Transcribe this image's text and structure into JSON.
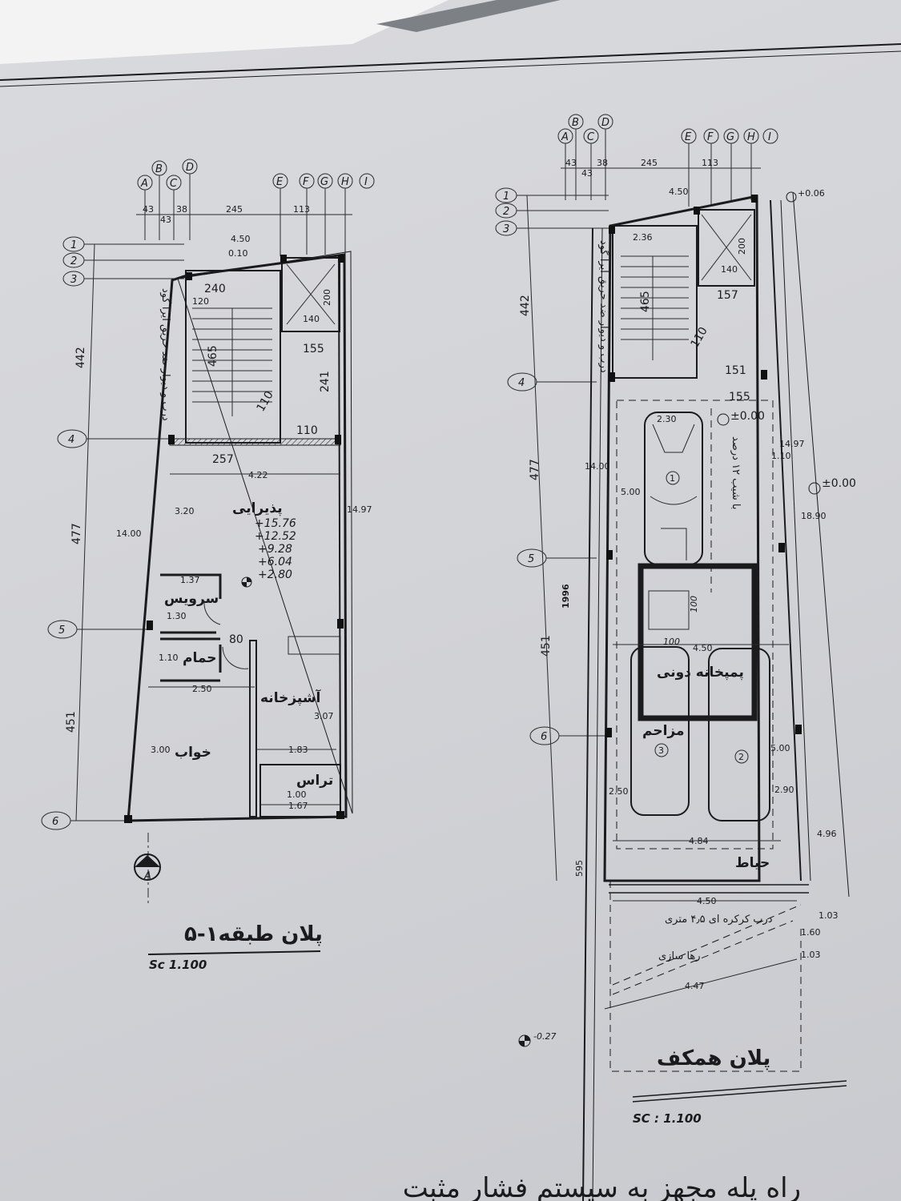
{
  "grid_letters": [
    "A",
    "B",
    "C",
    "D",
    "E",
    "F",
    "G",
    "H",
    "I"
  ],
  "grid_numbers": [
    "1",
    "2",
    "3",
    "4",
    "5",
    "6"
  ],
  "upper_plan": {
    "title": "پلان طبقه۱-۵",
    "scale": "Sc 1.100",
    "section_marker": "A",
    "rooms": {
      "living": "پذیرایی",
      "wc": "سرویس",
      "bath": "حمام",
      "kitchen": "آشپزخانه",
      "bedroom": "خواب",
      "terrace": "تراس"
    },
    "levels": [
      "+15.76",
      "+12.52",
      "+9.28",
      "+6.04",
      "+2.80"
    ],
    "stair_note": "درب و دیوار ضد حریق ایرا گود",
    "dims": {
      "d43a": "43",
      "d43b": "43",
      "d38": "38",
      "d245": "245",
      "d113": "113",
      "d450": "4.50",
      "d010": "0.10",
      "d240": "240",
      "d120": "120",
      "d465": "465",
      "d200": "200",
      "d140": "140",
      "d155": "155",
      "d241": "241",
      "d110a": "110",
      "d110b": "110",
      "d257": "257",
      "d422": "4.22",
      "d320": "3.20",
      "d1400": "14.00",
      "d1497": "14.97",
      "d442": "442",
      "d477": "477",
      "d451": "451",
      "d137": "1.37",
      "d130": "1.30",
      "d110": "1.10",
      "d80": "80",
      "d250": "2.50",
      "d307": "3.07",
      "d183": "1.83",
      "d300": "3.00",
      "d100": "1.00",
      "d167": "1.67"
    }
  },
  "ground_plan": {
    "title": "پلان همکف",
    "scale": "SC : 1.100",
    "rooms": {
      "pump": "پمپخانه دونی",
      "obstacle": "مزاحم",
      "yard": "حیاط"
    },
    "notes": {
      "shutter": "درب کرکره ای ۴٫۵ متری",
      "release": "رها سازی",
      "slope": "با شیب ۱۲ درصد"
    },
    "car_numbers": [
      "1",
      "2",
      "3"
    ],
    "levels": {
      "top": "+0.06",
      "ramp": "±0.00",
      "street": "±0.00",
      "bottom": "-0.27"
    },
    "stair_note": "درب و دیوار ضد حریق ایرا گود",
    "dims": {
      "d43a": "43",
      "d43b": "43",
      "d38": "38",
      "d245": "245",
      "d113": "113",
      "d450a": "4.50",
      "d236": "2.36",
      "d465": "465",
      "d200": "200",
      "d140": "140",
      "d157": "157",
      "d110": "110",
      "d151": "151",
      "d155": "155",
      "d230": "2.30",
      "d1497": "14.97",
      "d110b": "1.10",
      "d1890": "18.90",
      "d1400": "14.00",
      "d500a": "5.00",
      "d1996": "1996",
      "d100a": "100",
      "d100b": "100",
      "d450b": "4.50",
      "d500b": "5.00",
      "d290": "2.90",
      "d250": "2.50",
      "d484": "4.84",
      "d496": "4.96",
      "d450c": "4.50",
      "d103a": "1.03",
      "d160": "1.60",
      "d103b": "1.03",
      "d447": "4.47",
      "d442": "442",
      "d477": "477",
      "d451": "451",
      "d595": "595"
    }
  },
  "footer_note": "راه پله مجهز به سیستم فشار مثبت"
}
